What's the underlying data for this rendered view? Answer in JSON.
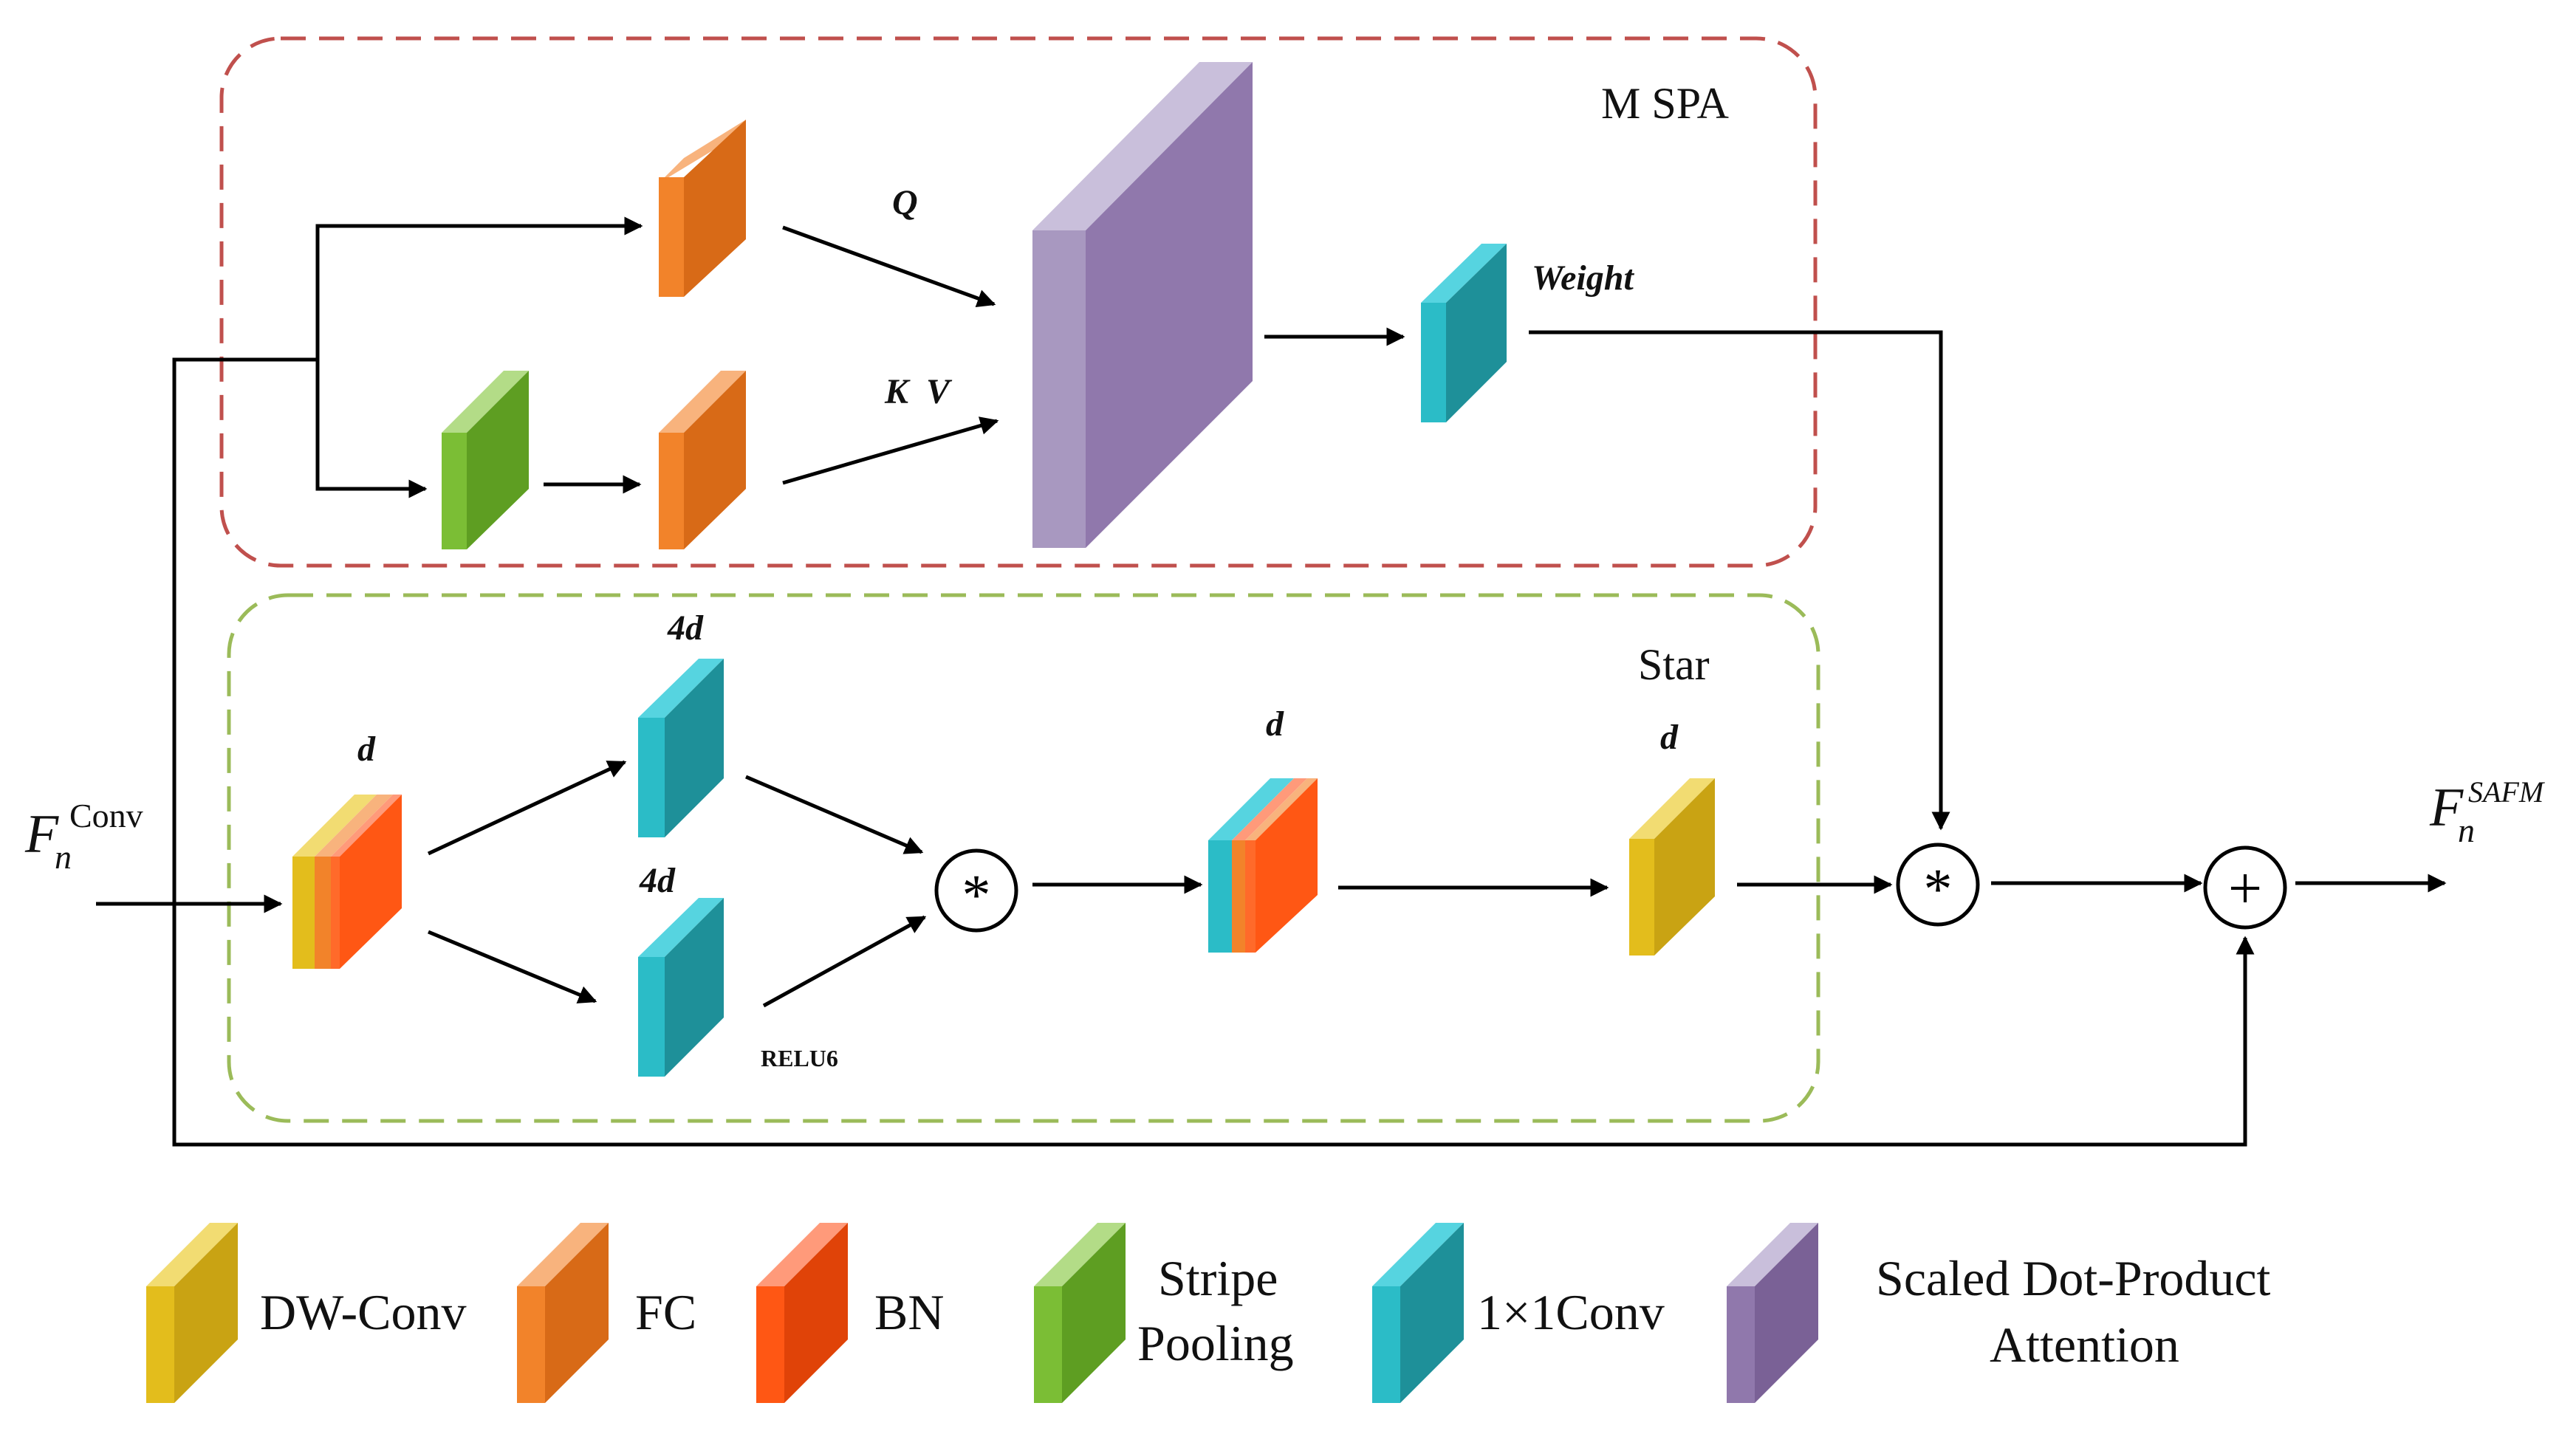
{
  "groups": {
    "mspa_title": "M SPA",
    "star_title": "Star"
  },
  "labels": {
    "q": "Q",
    "kv": "K  V",
    "weight": "Weight",
    "d_first": "d",
    "fourd_top": "4d",
    "fourd_bottom": "4d",
    "relu6": "RELU6",
    "d_mid": "d",
    "d_dw": "d",
    "star_op": "*",
    "add_op": "+"
  },
  "input": {
    "base": "F",
    "sub": "n",
    "sup": "Conv"
  },
  "output": {
    "base": "F",
    "sub": "n",
    "sup": "SAFM"
  },
  "legend": [
    {
      "label": "DW-Conv",
      "color_front": "#E3BD1C",
      "color_side": "#C9A313",
      "color_top": "#F2DC72"
    },
    {
      "label": "FC",
      "color_front": "#F2832A",
      "color_side": "#D86A17",
      "color_top": "#F8B37D"
    },
    {
      "label": "BN",
      "color_front": "#FF5714",
      "color_side": "#E04308",
      "color_top": "#FF9A7A"
    },
    {
      "label_lines": [
        "Stripe",
        "Pooling"
      ],
      "color_front": "#7BBE35",
      "color_side": "#5E9E22",
      "color_top": "#B3DC87"
    },
    {
      "label": "1×1Conv",
      "color_front": "#1E9099",
      "color_side": "#167880",
      "color_top": "#56D4E0"
    },
    {
      "label_lines": [
        "Scaled Dot-Product",
        "Attention"
      ],
      "color_front": "#9078AC",
      "color_side": "#7A6196",
      "color_top": "#C9BFDB"
    }
  ],
  "colors": {
    "mspa_border": "#C0504D",
    "star_border": "#9BBB59"
  }
}
